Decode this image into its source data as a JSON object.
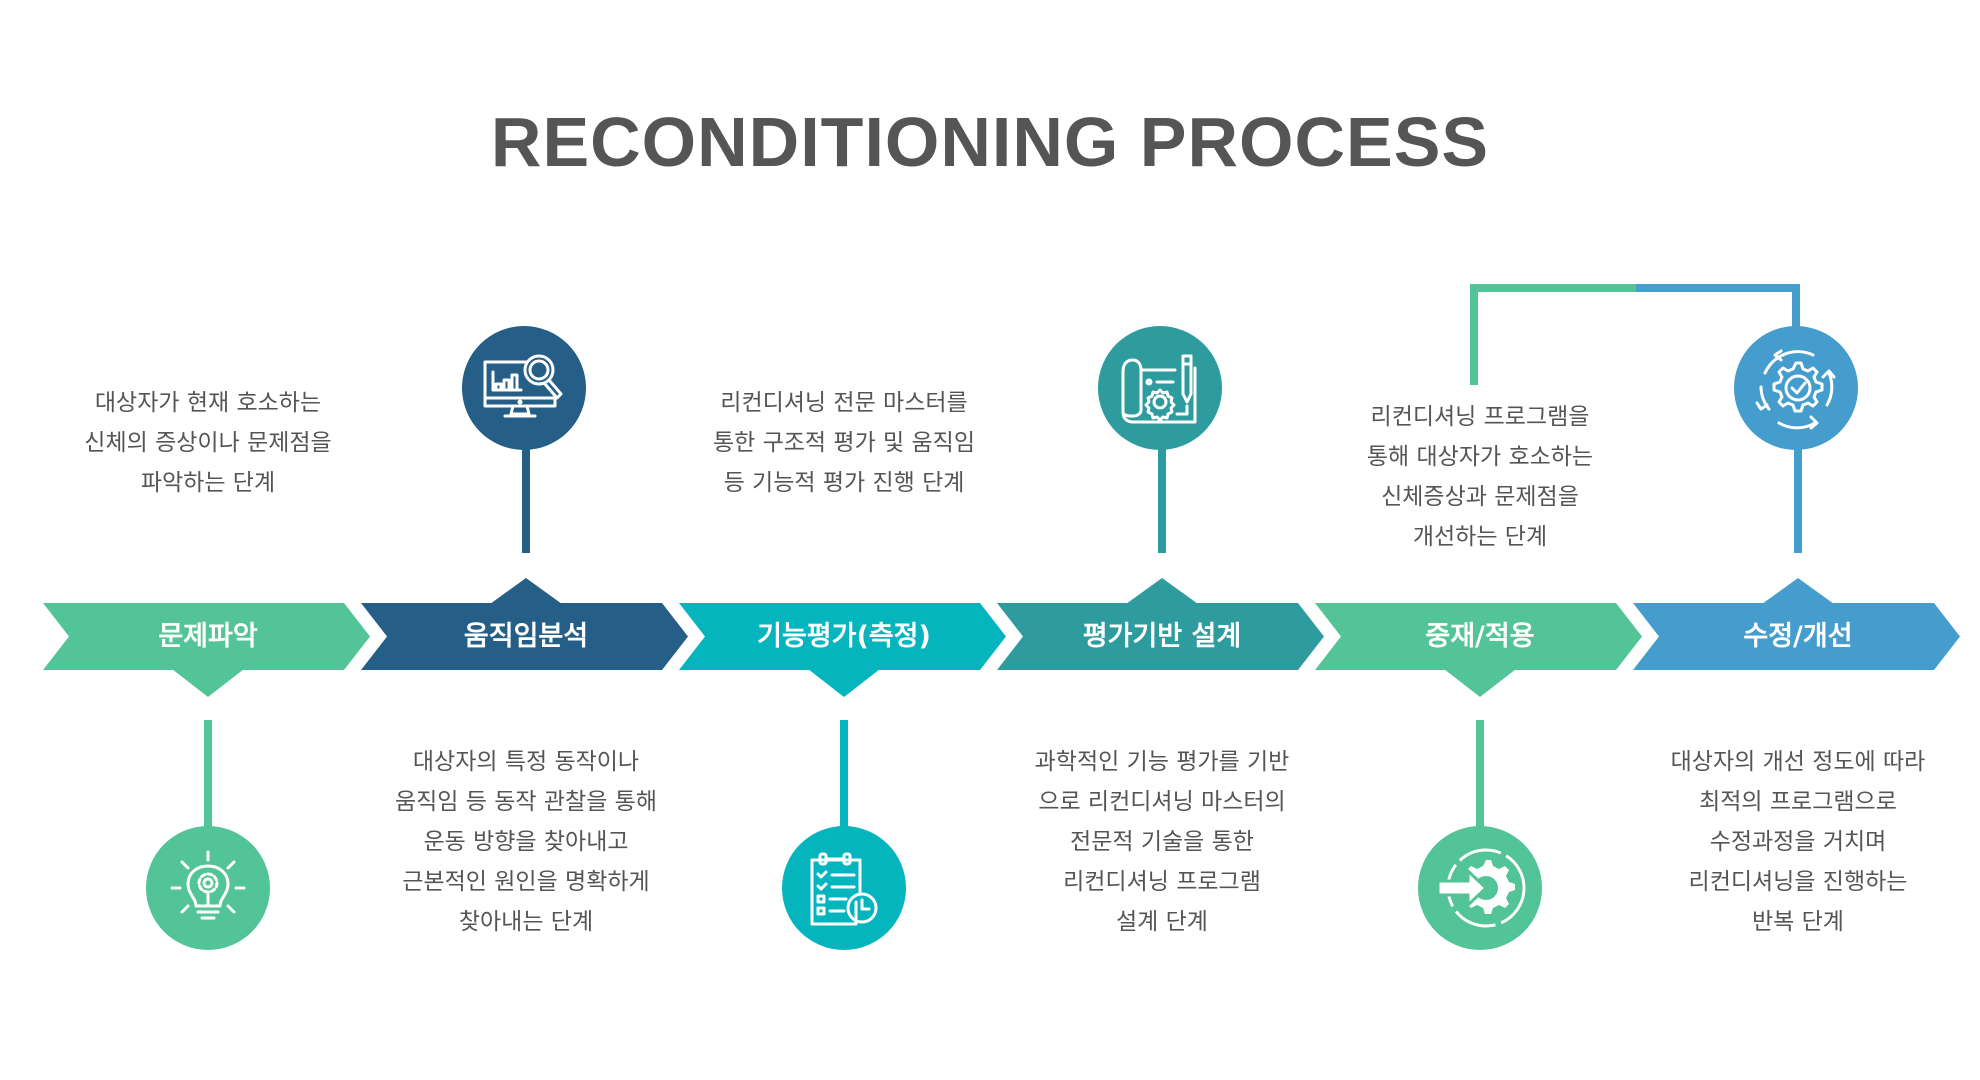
{
  "title": "RECONDITIONING PROCESS",
  "colors": {
    "green": "#52C497",
    "navy": "#255E87",
    "cyan": "#05B5BE",
    "teal": "#2E9C9F",
    "blue": "#459DCD",
    "text": "#555555"
  },
  "steps": [
    {
      "label": "문제파악",
      "color": "#52C497",
      "icon": "lightbulb-gear-icon",
      "icon_position": "bottom",
      "description": [
        "대상자가 현재 호소하는",
        "신체의 증상이나 문제점을",
        "파악하는 단계"
      ],
      "description_position": "top"
    },
    {
      "label": "움직임분석",
      "color": "#255E87",
      "icon": "monitor-analytics-icon",
      "icon_position": "top",
      "description": [
        "대상자의 특정 동작이나",
        "움직임 등 동작 관찰을 통해",
        "운동 방향을 찾아내고",
        "근본적인 원인을 명확하게",
        "찾아내는 단계"
      ],
      "description_position": "bottom"
    },
    {
      "label": "기능평가(측정)",
      "color": "#05B5BE",
      "icon": "checklist-clock-icon",
      "icon_position": "bottom",
      "description": [
        "리컨디셔닝 전문 마스터를",
        "통한 구조적 평가 및 움직임",
        "등 기능적 평가 진행 단계"
      ],
      "description_position": "top"
    },
    {
      "label": "평가기반 설계",
      "color": "#2E9C9F",
      "icon": "blueprint-gear-icon",
      "icon_position": "top",
      "description": [
        "과학적인 기능 평가를 기반",
        "으로 리컨디셔닝 마스터의",
        "전문적 기술을 통한",
        "리컨디셔닝 프로그램",
        "설계 단계"
      ],
      "description_position": "bottom"
    },
    {
      "label": "중재/적용",
      "color": "#52C497",
      "icon": "arrow-into-gear-icon",
      "icon_position": "bottom",
      "description": [
        "리컨디셔닝 프로그램을",
        "통해 대상자가 호소하는",
        "신체증상과 문제점을",
        "개선하는 단계"
      ],
      "description_position": "top"
    },
    {
      "label": "수정/개선",
      "color": "#459DCD",
      "icon": "gear-cycle-check-icon",
      "icon_position": "top",
      "description": [
        "대상자의 개선 정도에 따라",
        "최적의 프로그램으로",
        "수정과정을 거치며",
        "리컨디셔닝을 진행하는",
        "반복 단계"
      ],
      "description_position": "bottom"
    }
  ],
  "loop_connector": {
    "from_step": 5,
    "to_step": 6
  }
}
